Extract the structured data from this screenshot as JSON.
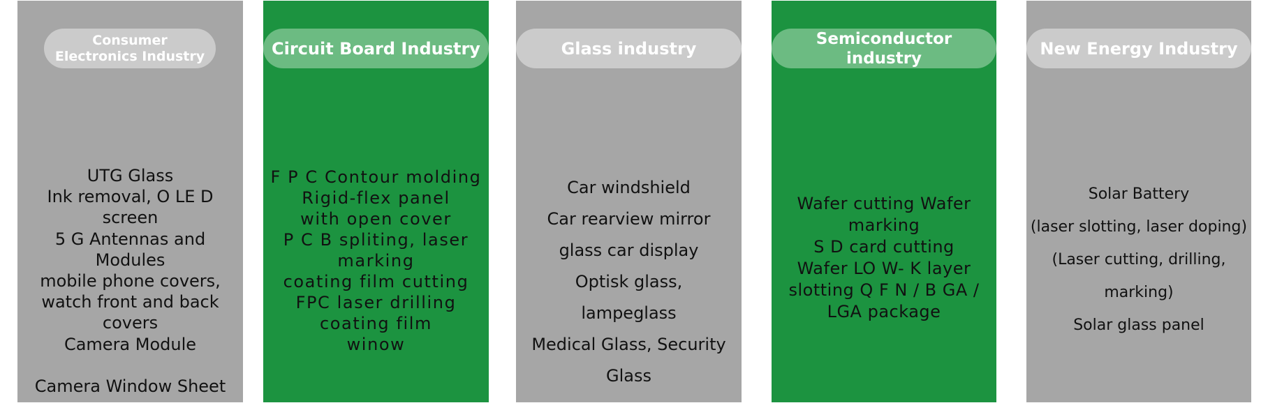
{
  "panels": [
    {
      "header": "Consumer\nElectronics Industry",
      "body": "UTG Glass\nInk  removal, O LE D\nscreen\n5 G Antennas and\nModules\nmobile phone covers,\nwatch front and back\ncovers\nCamera Module\n \nCamera Window Sheet"
    },
    {
      "header": "Circuit Board Industry",
      "body": "F P C Contour molding\nRigid-flex panel\nwith open cover\nP C B spliting, laser\nmarking\ncoating film cutting\nFPC laser drilling\ncoating film\nwinow"
    },
    {
      "header": "Glass industry",
      "body": "Car windshield\nCar rearview mirror\nglass car display\nOptisk glass,\nlampeglass\nMedical Glass, Security\nGlass"
    },
    {
      "header": "Semiconductor\nindustry",
      "body": "Wafer cutting Wafer\nmarking\nS D card cutting\nWafer LO W- K layer\nslotting Q F N / B GA /\nLGA package"
    },
    {
      "header": "New Energy Industry",
      "body": "Solar Battery\n(laser slotting, laser doping)\n(Laser cutting, drilling, marking)\nSolar glass panel"
    }
  ],
  "colors": {
    "panel_grey": "#a6a6a6",
    "panel_green": "#1c9340",
    "pill_on_grey": "#cbcbcb",
    "pill_on_green": "#6cbb82",
    "header_text": "#ffffff",
    "body_text": "#111111"
  }
}
